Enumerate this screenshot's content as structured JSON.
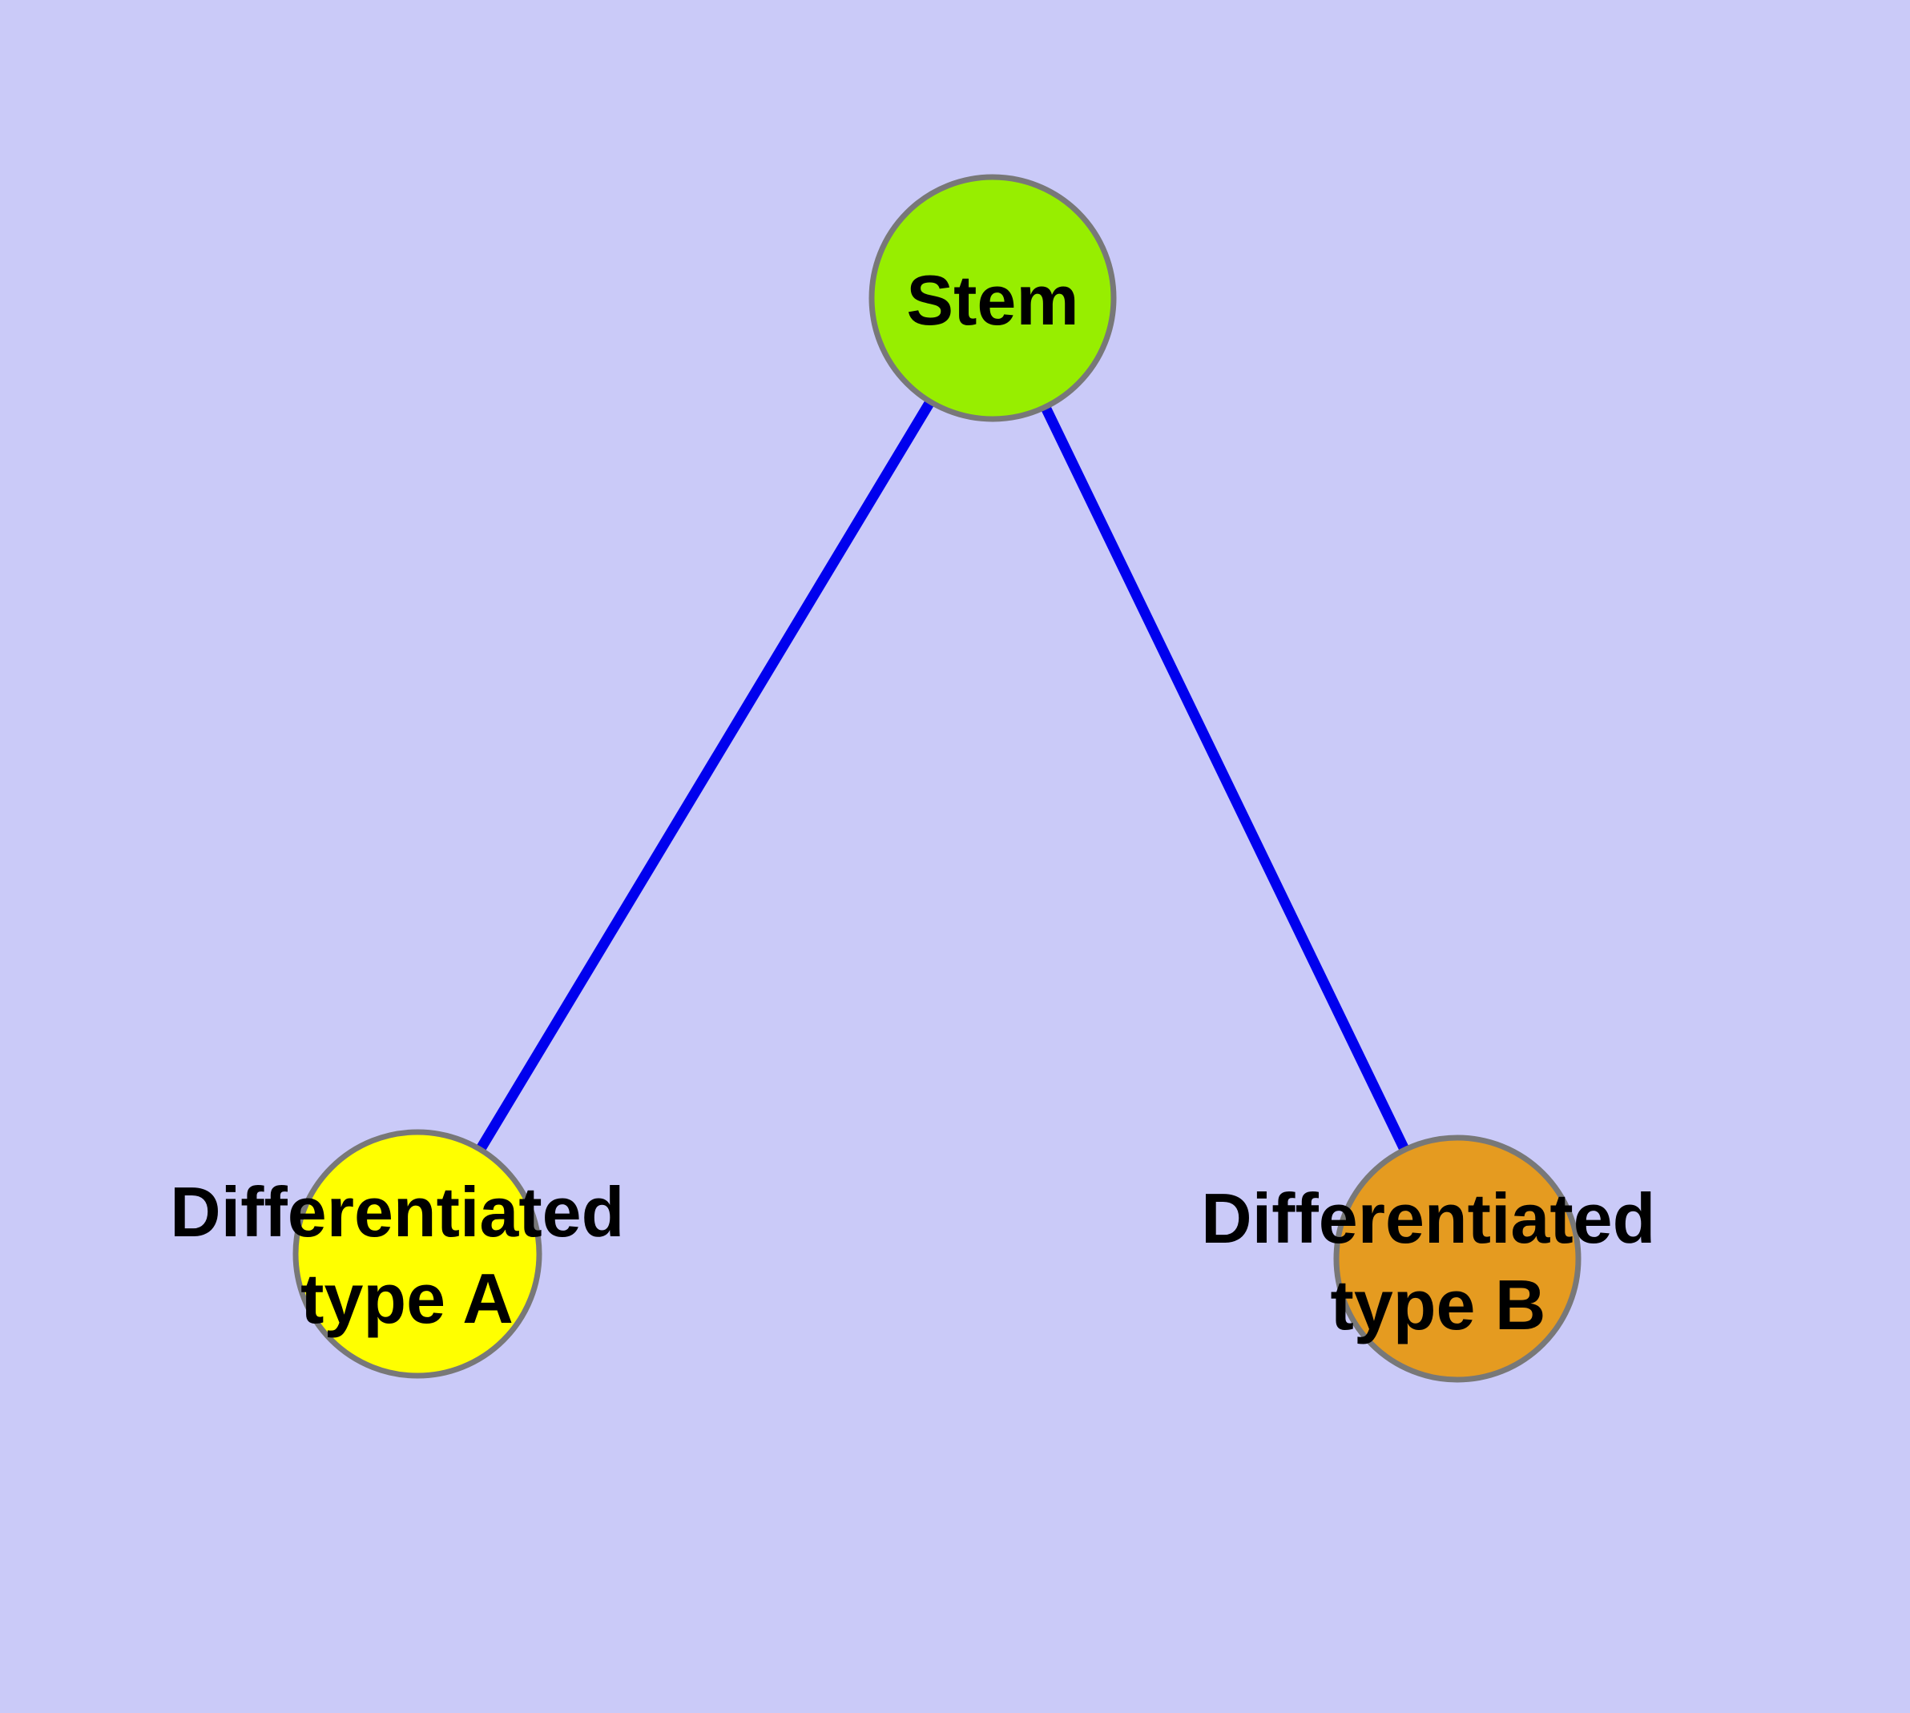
{
  "diagram": {
    "type": "node-link-graph",
    "description": "Stem cell differentiation diagram: one stem node connected to two differentiated cell type nodes",
    "background_color": "#CACAF8",
    "edge_color": "#0000EE",
    "node_border_color": "#787878",
    "label_color": "#000000",
    "nodes": [
      {
        "id": "stem",
        "label": "Stem",
        "line1": "Stem",
        "line2": "",
        "color": "#97EE00"
      },
      {
        "id": "type-a",
        "label": "Differentiated type A",
        "line1": "Differentiated",
        "line2": "type A",
        "color": "#FFFF00"
      },
      {
        "id": "type-b",
        "label": "Differentiated type B",
        "line1": "Differentiated",
        "line2": "type B",
        "color": "#E59B20"
      }
    ],
    "edges": [
      {
        "from": "Stem",
        "to": "Differentiated type A"
      },
      {
        "from": "Stem",
        "to": "Differentiated type B"
      }
    ]
  }
}
